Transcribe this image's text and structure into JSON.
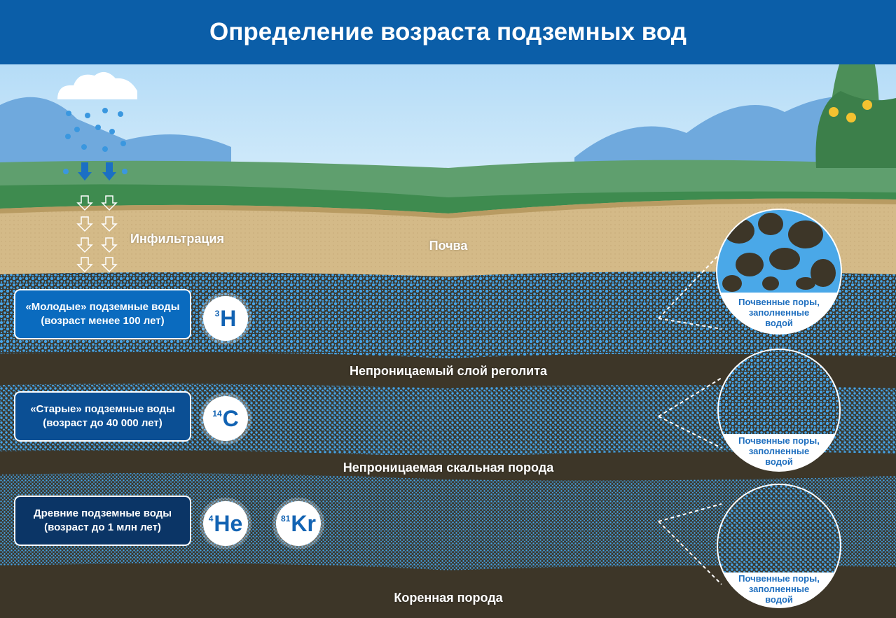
{
  "title": "Определение возраста подземных вод",
  "labels": {
    "infiltration": "Инфильтрация",
    "soil": "Почва",
    "regolith": "Непроницаемый слой реголита",
    "rock": "Непроницаемая скальная порода",
    "bedrock": "Коренная порода"
  },
  "groundwater": [
    {
      "line1": "«Молодые» подземные воды",
      "line2": "(возраст менее 100 лет)",
      "color": "#0a6bbf"
    },
    {
      "line1": "«Старые» подземные воды",
      "line2": "(возраст до 40 000 лет)",
      "color": "#0b4f94"
    },
    {
      "line1": "Древние подземные воды",
      "line2": "(возраст до 1 млн лет)",
      "color": "#0b3566"
    }
  ],
  "isotopes": [
    {
      "mass": "3",
      "symbol": "H"
    },
    {
      "mass": "14",
      "symbol": "C"
    },
    {
      "mass": "4",
      "symbol": "He"
    },
    {
      "mass": "81",
      "symbol": "Kr"
    }
  ],
  "pores_caption": [
    "Почвенные поры,",
    "заполненные",
    "водой"
  ]
}
